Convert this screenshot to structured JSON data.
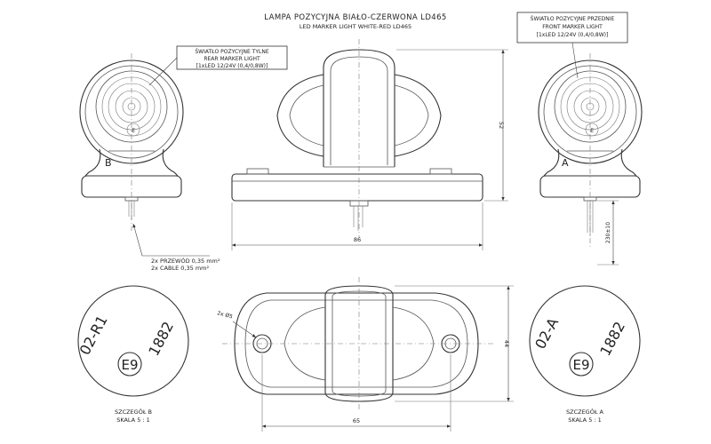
{
  "title": {
    "line1": "LAMPA POZYCYJNA BIAŁO-CZERWONA LD465",
    "line2": "LED MARKER LIGHT WHITE-RED LD465"
  },
  "rear_callout": {
    "line1": "ŚWIATŁO POZYCYJNE TYLNE",
    "line2": "REAR MARKER LIGHT",
    "line3": "[1xLED 12/24V (0,4/0,8W)]"
  },
  "front_callout": {
    "line1": "ŚWIATŁO POZYCYJNE PRZEDNIE",
    "line2": "FRONT MARKER LIGHT",
    "line3": "[1xLED 12/24V (0,4/0,8W)]"
  },
  "cable_note": {
    "line1": "2x PRZEWÓD 0,35 mm²",
    "line2": "2x CABLE 0,35 mm²"
  },
  "labels": {
    "view_b": "B",
    "view_a": "A"
  },
  "dimensions": {
    "height": "52",
    "width_side": "86",
    "cable_length": "230±10",
    "width_top": "65",
    "depth_top": "44",
    "hole": "2x Ø5"
  },
  "detail_b": {
    "marking_code": "02-R1",
    "approval": "E9",
    "number": "1882",
    "caption1": "SZCZEGÓŁ B",
    "caption2": "SKALA 5 : 1"
  },
  "detail_a": {
    "marking_code": "02-A",
    "approval": "E9",
    "number": "1882",
    "caption1": "SZCZEGÓŁ A",
    "caption2": "SKALA 5 : 1"
  },
  "colors": {
    "line": "#333333",
    "background": "#ffffff"
  }
}
